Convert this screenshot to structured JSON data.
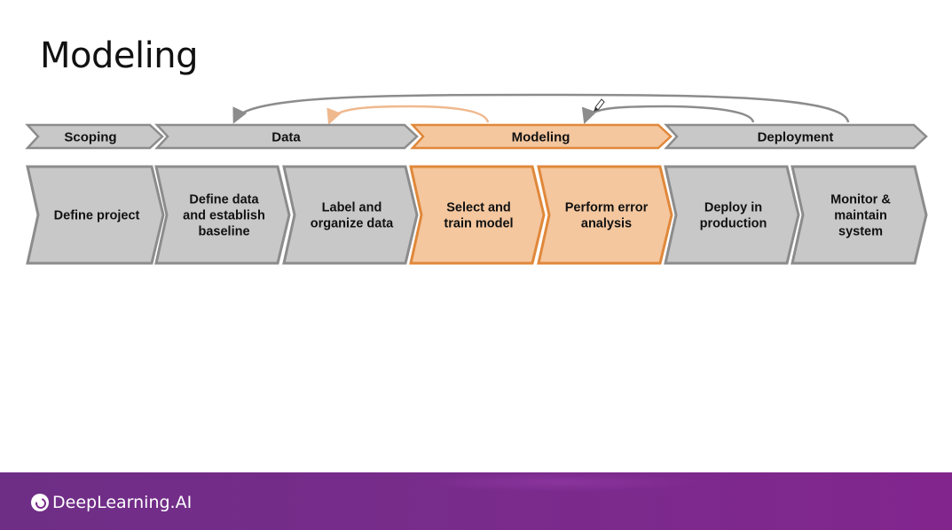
{
  "slide": {
    "title": "Modeling"
  },
  "phases": [
    {
      "id": "scoping",
      "label": "Scoping",
      "highlight": false
    },
    {
      "id": "data",
      "label": "Data",
      "highlight": false
    },
    {
      "id": "modeling",
      "label": "Modeling",
      "highlight": true
    },
    {
      "id": "deployment",
      "label": "Deployment",
      "highlight": false
    }
  ],
  "steps": [
    {
      "lines": [
        "Define project"
      ],
      "highlight": false
    },
    {
      "lines": [
        "Define data",
        "and establish",
        "baseline"
      ],
      "highlight": false
    },
    {
      "lines": [
        "Label and",
        "organize data"
      ],
      "highlight": false
    },
    {
      "lines": [
        "Select and",
        "train model"
      ],
      "highlight": true
    },
    {
      "lines": [
        "Perform error",
        "analysis"
      ],
      "highlight": true
    },
    {
      "lines": [
        "Deploy in",
        "production"
      ],
      "highlight": false
    },
    {
      "lines": [
        "Monitor &",
        "maintain",
        "system"
      ],
      "highlight": false
    }
  ],
  "feedback_loops": [
    {
      "from": "deployment",
      "to": "data",
      "color": "gray"
    },
    {
      "from": "modeling",
      "to": "data",
      "color": "orange"
    },
    {
      "from": "deployment",
      "to": "modeling",
      "color": "gray"
    }
  ],
  "colors": {
    "gray_fill": "#c8c8c8",
    "gray_stroke": "#8c8c8c",
    "orange_fill": "#f4c79f",
    "orange_stroke": "#e0883a",
    "loop_gray": "#8c8c8c",
    "loop_orange": "#f0b88d",
    "footer": "#7a2b8c"
  },
  "footer": {
    "brand": "DeepLearning.AI"
  }
}
